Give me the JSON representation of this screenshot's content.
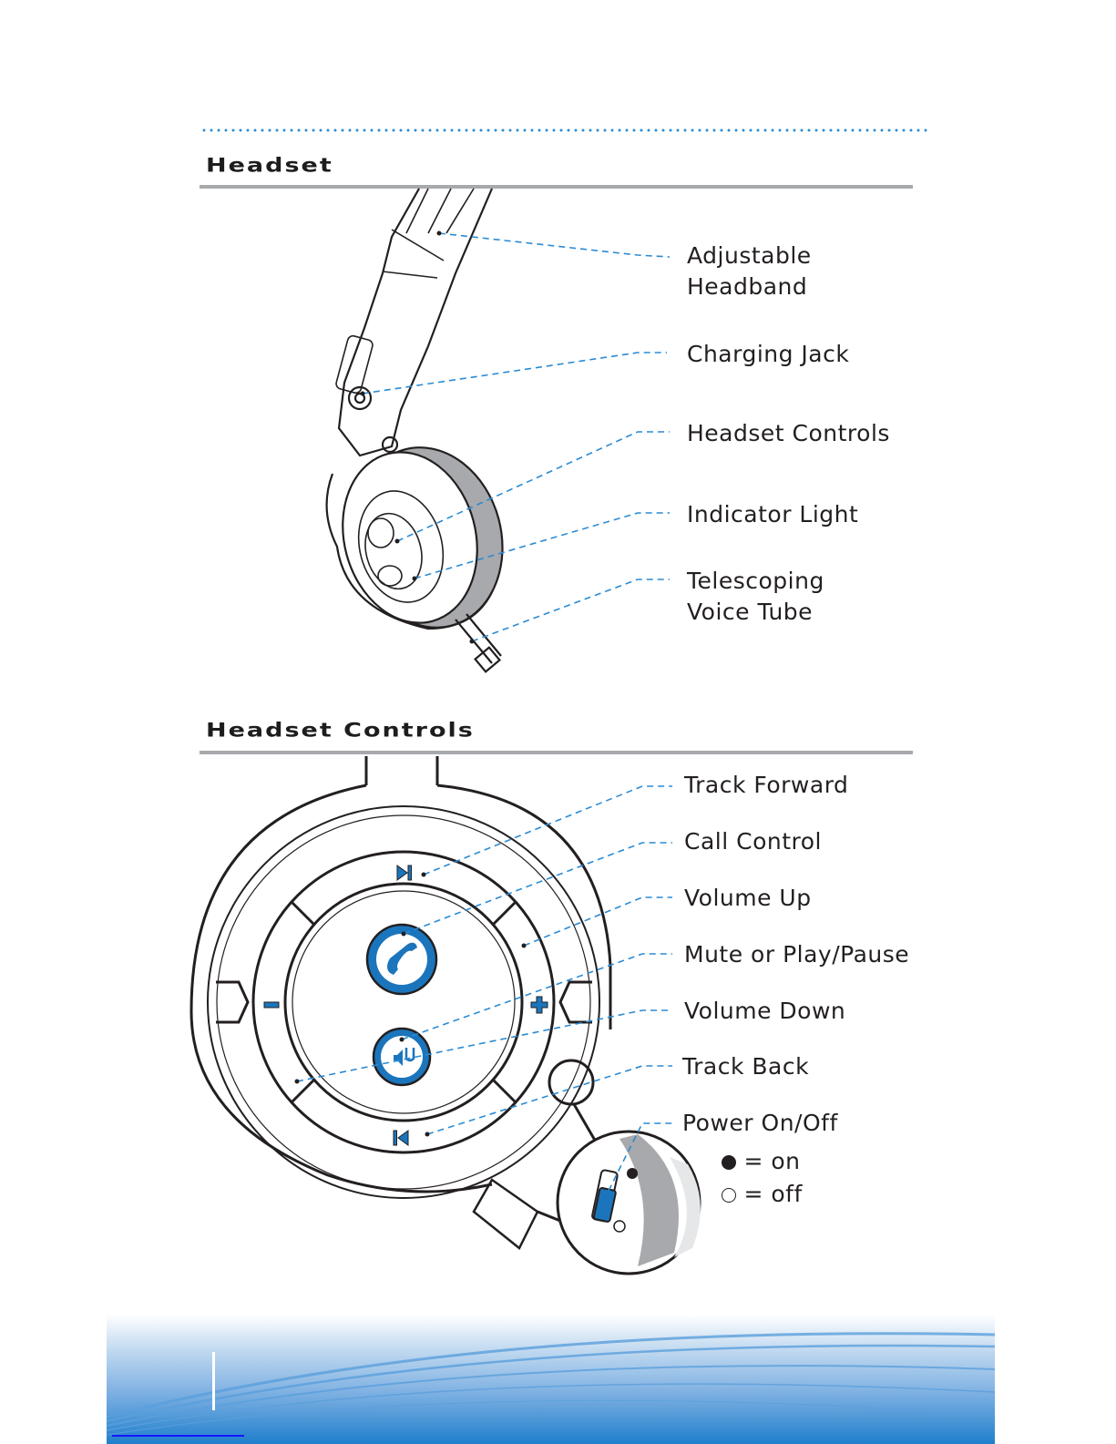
{
  "sections": {
    "headset": {
      "title": "Headset",
      "callouts": [
        {
          "label_line1": "Adjustable",
          "label_line2": "Headband"
        },
        {
          "label_line1": "Charging Jack"
        },
        {
          "label_line1": "Headset Controls"
        },
        {
          "label_line1": "Indicator Light"
        },
        {
          "label_line1": "Telescoping",
          "label_line2": "Voice Tube"
        }
      ]
    },
    "headset_controls": {
      "title": "Headset Controls",
      "callouts": [
        {
          "label": "Track Forward"
        },
        {
          "label": "Call Control"
        },
        {
          "label": "Volume Up"
        },
        {
          "label": "Mute or Play/Pause"
        },
        {
          "label": "Volume Down"
        },
        {
          "label": "Track Back"
        },
        {
          "label": "Power On/Off"
        }
      ],
      "power_legend": {
        "on": "= on",
        "off": "= off"
      },
      "icons": [
        "track-forward-icon",
        "phone-icon",
        "volume-up-plus-icon",
        "mute-icon",
        "volume-down-minus-icon",
        "track-back-icon",
        "power-switch-icon"
      ]
    }
  },
  "colors": {
    "accent_blue": "#1b75bc",
    "leader_blue": "#2a8bd4",
    "rule_gray": "#a7a9ac",
    "footer_blue": "#1f7fcc"
  }
}
